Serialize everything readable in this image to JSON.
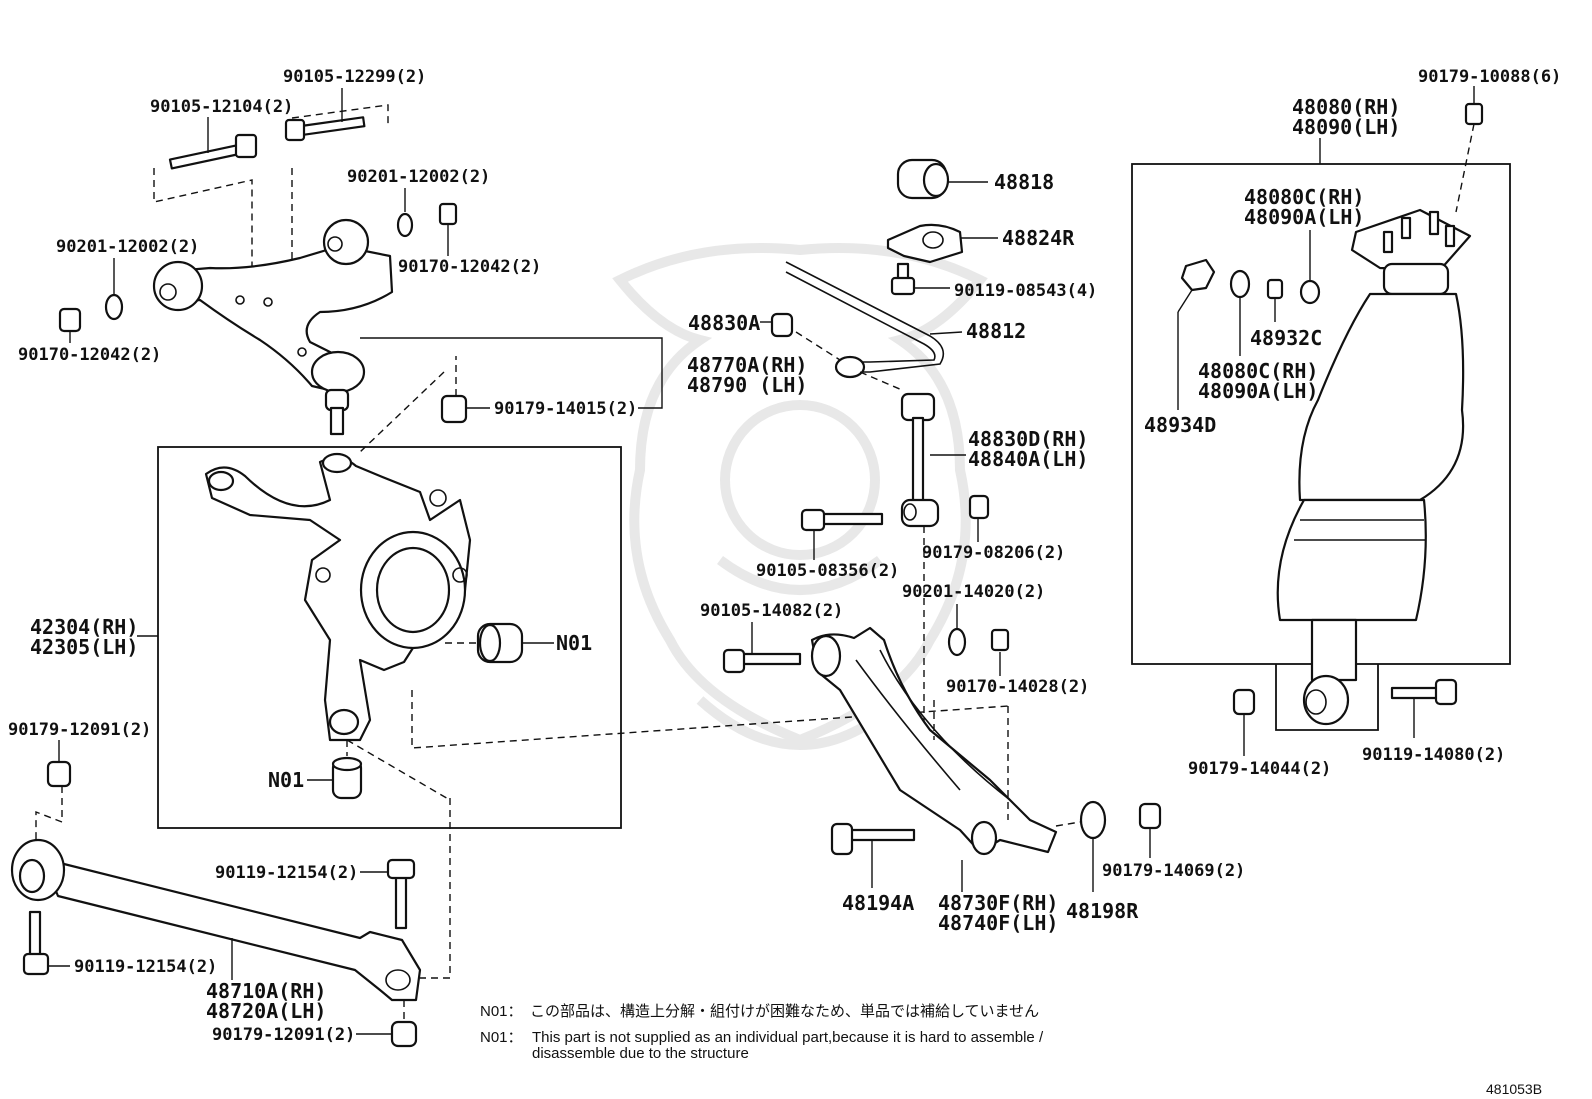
{
  "diagram": {
    "labels": {
      "p90105_12299": "90105-12299(2)",
      "p90105_12104": "90105-12104(2)",
      "p90201_12002_top": "90201-12002(2)",
      "p90201_12002_left": "90201-12002(2)",
      "p90170_12042_right": "90170-12042(2)",
      "p90170_12042_left": "90170-12042(2)",
      "p48770A_RH": "48770A(RH)",
      "p48790_LH": "48790  (LH)",
      "p90179_14015": "90179-14015(2)",
      "p42304_RH": "42304(RH)",
      "p42305_LH": "42305(LH)",
      "n01_right": "N01",
      "n01_left": "N01",
      "p90179_12091_top": "90179-12091(2)",
      "p90119_12154_right": "90119-12154(2)",
      "p90119_12154_left": "90119-12154(2)",
      "p48710A_RH": "48710A(RH)",
      "p48720A_LH": "48720A(LH)",
      "p90179_12091_bottom": "90179-12091(2)",
      "p48818": "48818",
      "p48824R": "48824R",
      "p90119_08543": "90119-08543(4)",
      "p48830A": "48830A",
      "p48812": "48812",
      "p48830D_RH": "48830D(RH)",
      "p48840A_LH": "48840A(LH)",
      "p90105_08356": "90105-08356(2)",
      "p90179_08206": "90179-08206(2)",
      "p90201_14020": "90201-14020(2)",
      "p90105_14082": "90105-14082(2)",
      "p90170_14028": "90170-14028(2)",
      "p48194A": "48194A",
      "p48730F_RH": "48730F(RH)",
      "p48740F_LH": "48740F(LH)",
      "p48198R": "48198R",
      "p90179_14069": "90179-14069(2)",
      "p90179_10088": "90179-10088(6)",
      "p48080_RH": "48080(RH)",
      "p48090_LH": "48090(LH)",
      "p48080C_RH_top": "48080C(RH)",
      "p48090A_LH_top": "48090A(LH)",
      "p48932C": "48932C",
      "p48080C_RH_mid": "48080C(RH)",
      "p48090A_LH_mid": "48090A(LH)",
      "p48934D": "48934D",
      "p90179_14044": "90179-14044(2)",
      "p90119_14080": "90119-14080(2)"
    },
    "notes": {
      "jp_prefix": "N01：",
      "jp_text": "この部品は、構造上分解・組付けが困難なため、単品では補給していません",
      "en_prefix": "N01：",
      "en_line1": "This part is not supplied as an individual part,because it is hard to assemble /",
      "en_line2": "disassemble due to the structure"
    },
    "figure_number": "481053B"
  }
}
